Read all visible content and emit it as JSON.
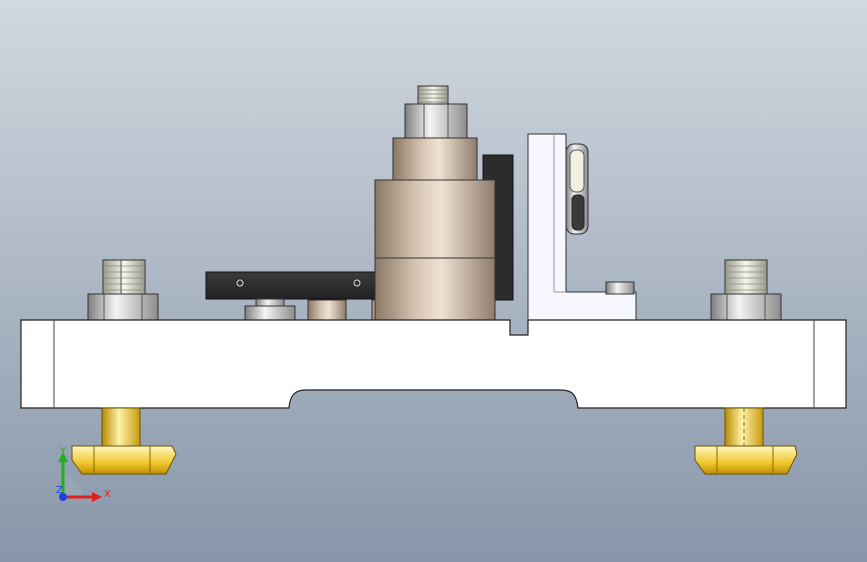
{
  "viewport": {
    "background_top": "#d2d8e0",
    "background_bottom": "#8796a9"
  },
  "colors": {
    "plate": "#ffffff",
    "outline": "#1a1a1a",
    "bronze_light": "#e3d3c2",
    "bronze_dark": "#9c8978",
    "brass_light": "#fff0a0",
    "brass_dark": "#b98e00",
    "steel_light": "#f2f2f2",
    "steel_dark": "#8a8a8a",
    "black_part": "#2a2a2a"
  },
  "triad": {
    "x_label": "X",
    "y_label": "Y",
    "z_label": "Z",
    "x_color": "#e02020",
    "y_color": "#20b020",
    "z_color": "#2040e0"
  }
}
